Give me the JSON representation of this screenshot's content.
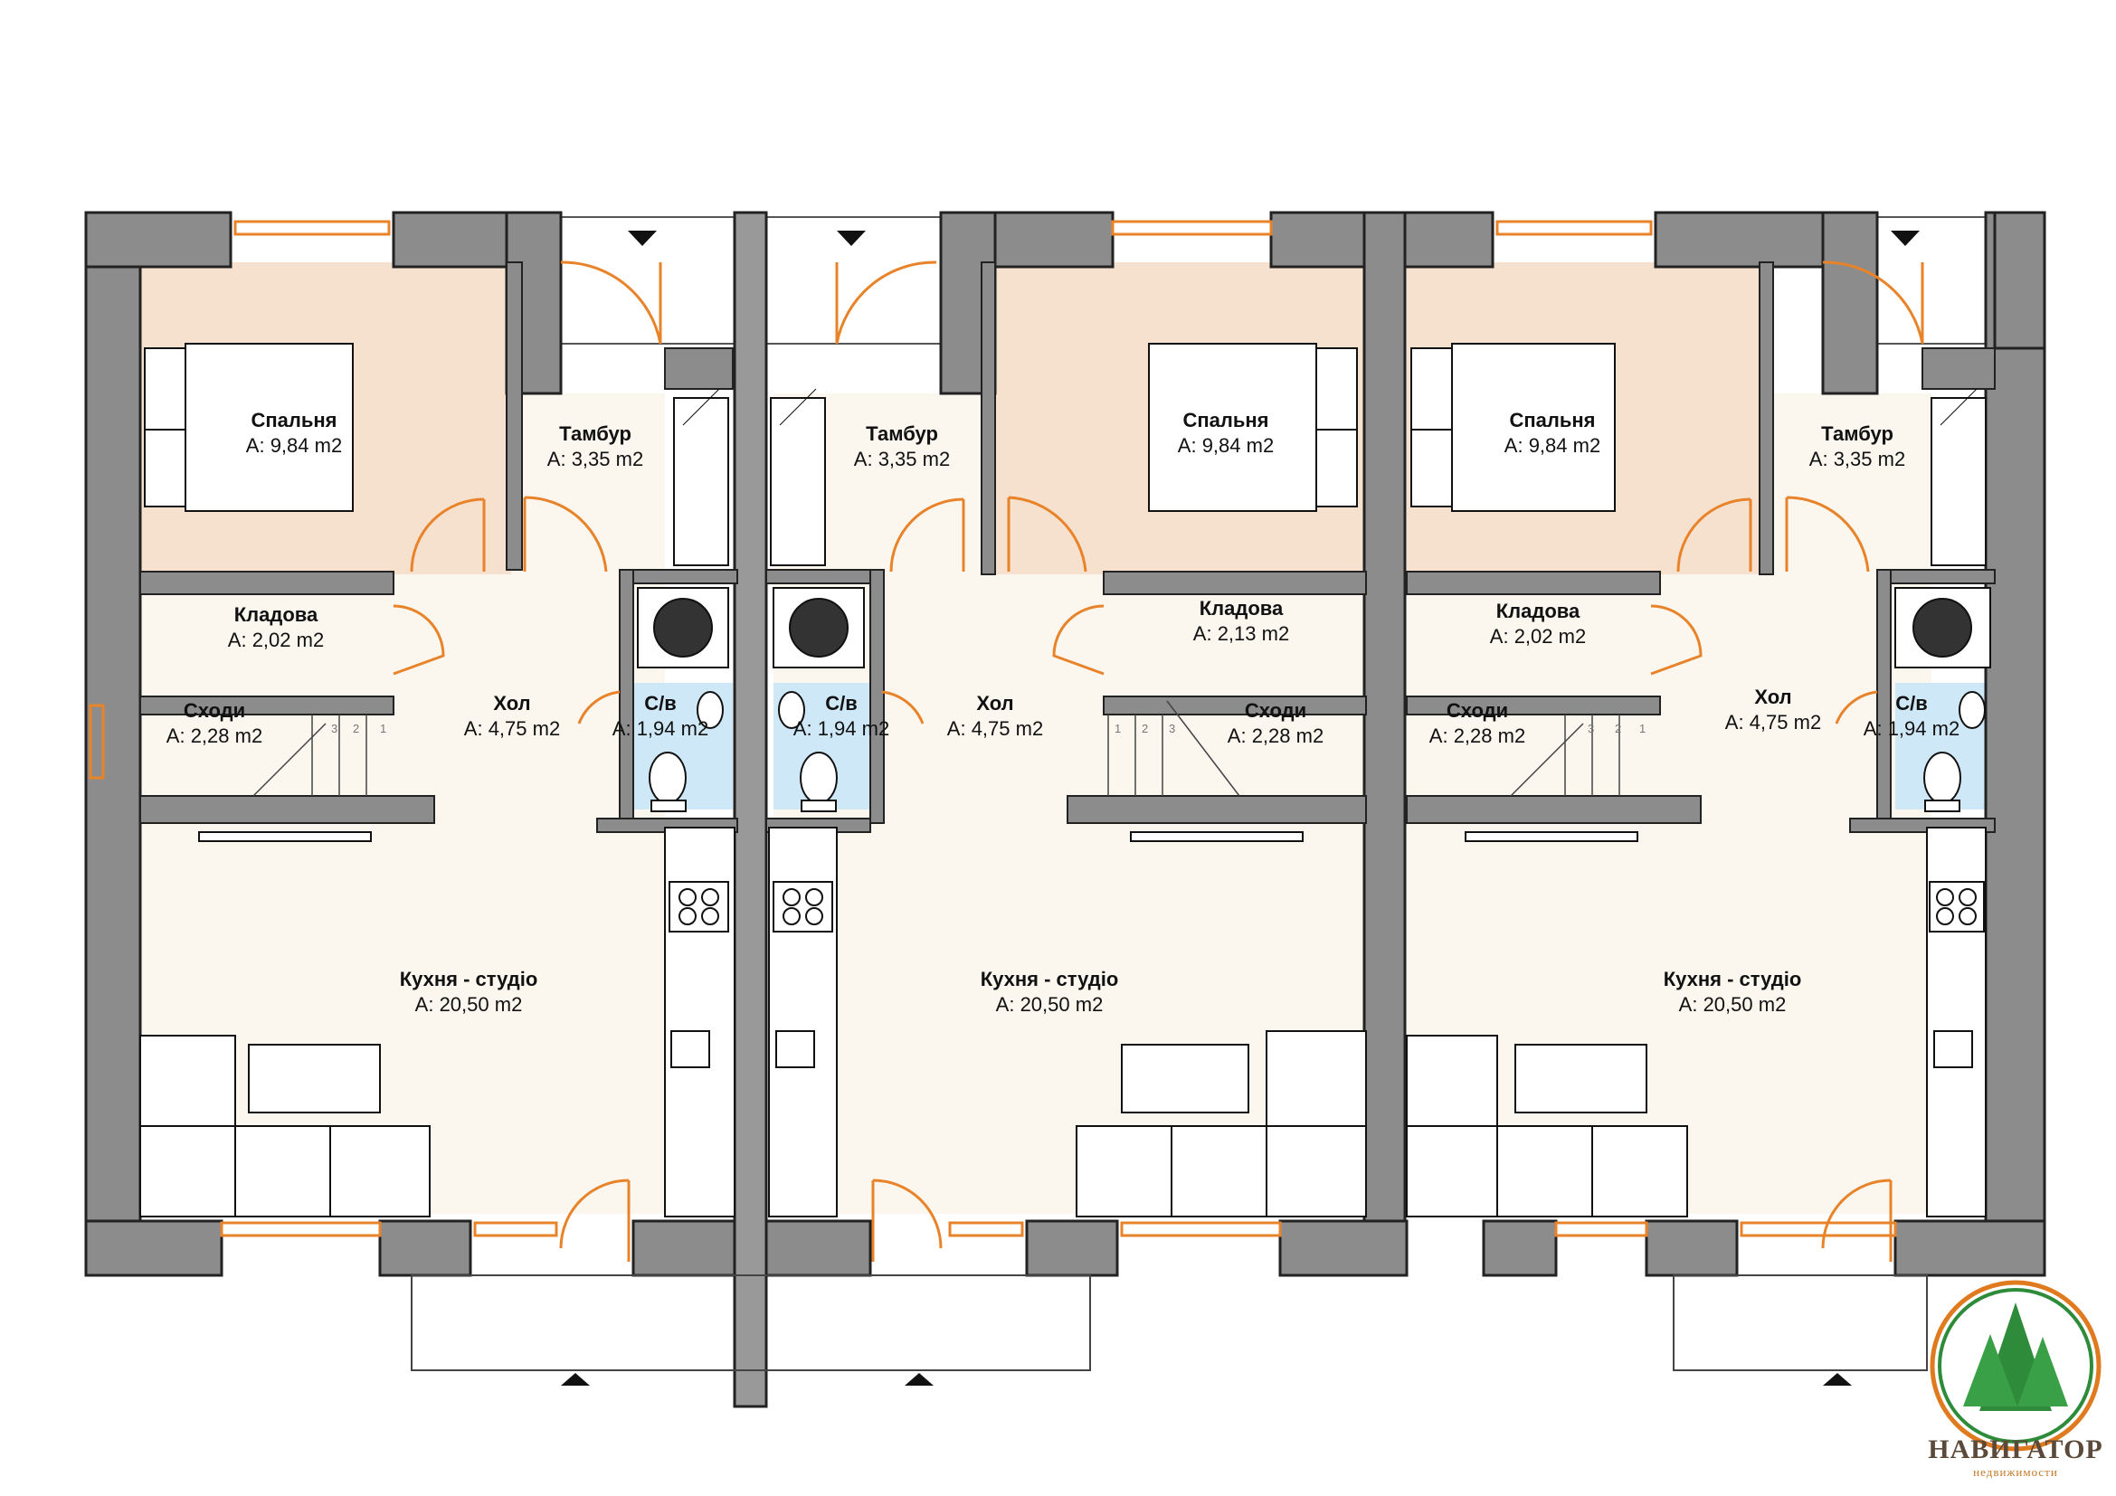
{
  "rooms": {
    "u1_bedroom": {
      "name": "Спальня",
      "area": "A: 9,84 m2"
    },
    "u1_tambur": {
      "name": "Тамбур",
      "area": "A: 3,35 m2"
    },
    "u1_storage": {
      "name": "Кладова",
      "area": "A: 2,02 m2"
    },
    "u1_stairs": {
      "name": "Сходи",
      "area": "A: 2,28 m2"
    },
    "u1_hall": {
      "name": "Хол",
      "area": "A: 4,75 m2"
    },
    "u1_wc": {
      "name": "С/в",
      "area": "A: 1,94 m2"
    },
    "u1_kitchen": {
      "name": "Кухня - студіо",
      "area": "A: 20,50 m2"
    },
    "u2_bedroom": {
      "name": "Спальня",
      "area": "A: 9,84 m2"
    },
    "u2_tambur": {
      "name": "Тамбур",
      "area": "A: 3,35 m2"
    },
    "u2_storage": {
      "name": "Кладова",
      "area": "A: 2,13 m2"
    },
    "u2_stairs": {
      "name": "Сходи",
      "area": "A: 2,28 m2"
    },
    "u2_hall": {
      "name": "Хол",
      "area": "A: 4,75 m2"
    },
    "u2_wc": {
      "name": "С/в",
      "area": "A: 1,94 m2"
    },
    "u2_kitchen": {
      "name": "Кухня - студіо",
      "area": "A: 20,50 m2"
    },
    "u3_bedroom": {
      "name": "Спальня",
      "area": "A: 9,84 m2"
    },
    "u3_tambur": {
      "name": "Тамбур",
      "area": "A: 3,35 m2"
    },
    "u3_storage": {
      "name": "Кладова",
      "area": "A: 2,02 m2"
    },
    "u3_stairs": {
      "name": "Сходи",
      "area": "A: 2,28 m2"
    },
    "u3_hall": {
      "name": "Хол",
      "area": "A: 4,75 m2"
    },
    "u3_wc": {
      "name": "С/в",
      "area": "A: 1,94 m2"
    },
    "u3_kitchen": {
      "name": "Кухня - студіо",
      "area": "A: 20,50 m2"
    }
  },
  "steps": [
    "1",
    "2",
    "3"
  ],
  "logo": {
    "main": "НАВИГАТОР",
    "sub": "недвижимости"
  },
  "colors": {
    "wall": "#8c8c8c",
    "wall_stroke": "#222222",
    "bedroom_floor": "#f6e1cf",
    "floor": "#fbf7ef",
    "bath_floor": "#cfe8f7",
    "door": "#e8832a",
    "logo_green": "#2e8b3a",
    "logo_orange": "#e07a1f"
  }
}
